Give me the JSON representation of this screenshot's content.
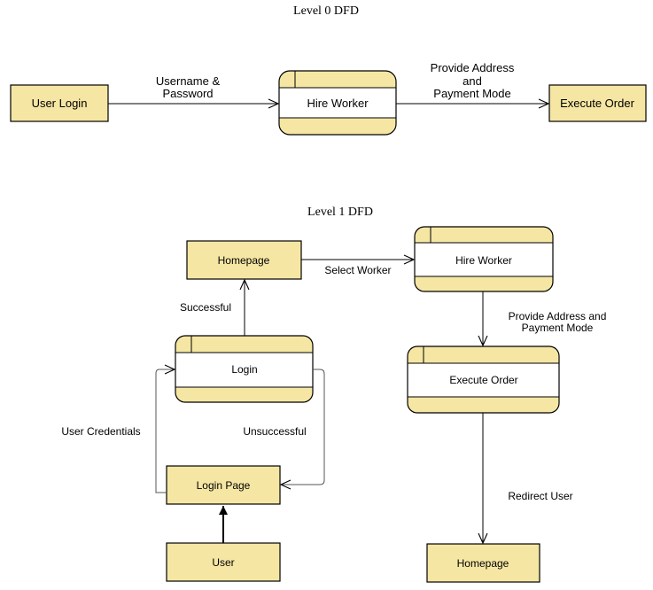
{
  "level0": {
    "title": "Level 0 DFD",
    "user_login": "User Login",
    "hire_worker": "Hire Worker",
    "execute_order": "Execute Order",
    "flow_credentials": [
      "Username &",
      "Password"
    ],
    "flow_address": [
      "Provide Address",
      "and",
      "Payment Mode"
    ]
  },
  "level1": {
    "title": "Level 1 DFD",
    "homepage_top": "Homepage",
    "hire_worker": "Hire Worker",
    "login": "Login",
    "execute_order": "Execute Order",
    "login_page": "Login Page",
    "user": "User",
    "homepage_bottom": "Homepage",
    "flow_select_worker": "Select Worker",
    "flow_successful": "Successful",
    "flow_address": [
      "Provide Address and",
      "Payment Mode"
    ],
    "flow_user_credentials": "User Credentials",
    "flow_unsuccessful": "Unsuccessful",
    "flow_redirect": "Redirect User"
  },
  "colors": {
    "fill": "#f5e6a3",
    "stroke": "#000000"
  }
}
